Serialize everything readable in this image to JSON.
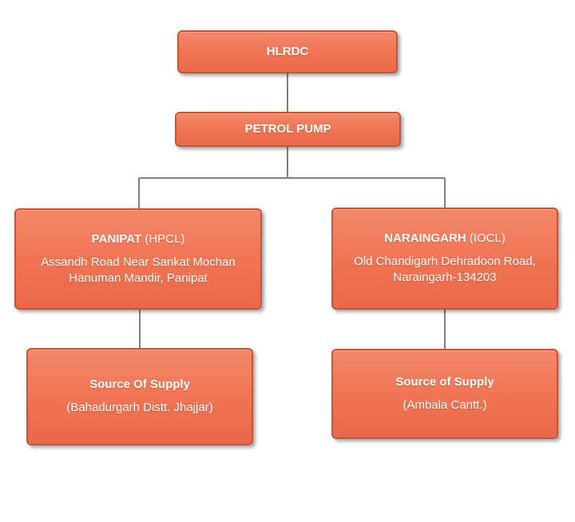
{
  "nodes": {
    "root": {
      "title": "HLRDC"
    },
    "petrol_pump": {
      "title": "PETROL PUMP"
    },
    "panipat": {
      "title": "PANIPAT",
      "title_suffix": " (HPCL)",
      "address_line1": "Assandh Road Near Sankat Mochan",
      "address_line2": "Hanuman Mandir, Panipat"
    },
    "naraingarh": {
      "title": "NARAINGARH",
      "title_suffix": " (IOCL)",
      "address_line1": "Old Chandigarh Dehradoon Road,",
      "address_line2": "Naraingarh-134203"
    },
    "source_left": {
      "title": "Source Of Supply",
      "detail": "(Bahadurgarh Distt. Jhajjar)"
    },
    "source_right": {
      "title": "Source of Supply",
      "detail": "(Ambala Cantt.)"
    }
  },
  "colors": {
    "node_fill": "#ef7352",
    "node_border": "#c65537",
    "connector": "#808080"
  }
}
